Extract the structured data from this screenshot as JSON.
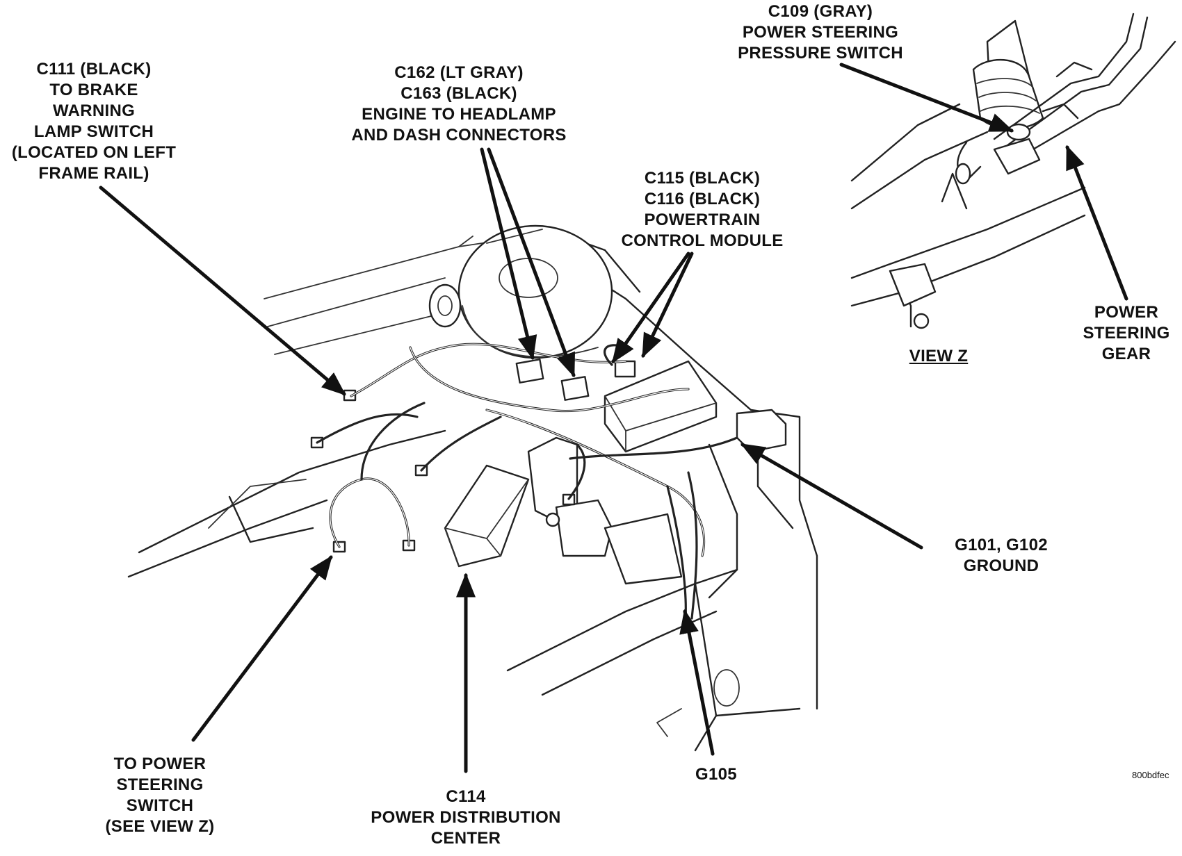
{
  "labels": {
    "c111": [
      "C111 (BLACK)",
      "TO BRAKE",
      "WARNING",
      "LAMP SWITCH",
      "(LOCATED ON LEFT",
      "FRAME RAIL)"
    ],
    "c162": [
      "C162 (LT GRAY)",
      "C163 (BLACK)",
      "ENGINE TO HEADLAMP",
      "AND DASH CONNECTORS"
    ],
    "c109": [
      "C109 (GRAY)",
      "POWER STEERING",
      "PRESSURE SWITCH"
    ],
    "c115": [
      "C115 (BLACK)",
      "C116 (BLACK)",
      "POWERTRAIN",
      "CONTROL MODULE"
    ],
    "ps_gear": [
      "POWER",
      "STEERING",
      "GEAR"
    ],
    "view_z": "VIEW Z",
    "g101": [
      "G101, G102",
      "GROUND"
    ],
    "g105": "G105",
    "c114": [
      "C114",
      "POWER DISTRIBUTION",
      "CENTER"
    ],
    "to_ps": [
      "TO POWER",
      "STEERING",
      "SWITCH",
      "(SEE VIEW Z)"
    ],
    "ref": "800bdfec"
  }
}
